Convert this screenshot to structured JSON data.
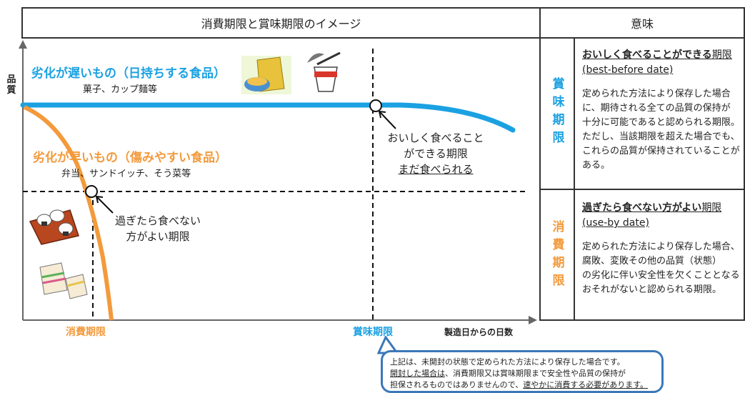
{
  "header": {
    "left_title": "消費期限と賞味期限のイメージ",
    "right_title": "意味"
  },
  "axes": {
    "y_label": "品質",
    "x_label": "製造日からの日数",
    "x_marker_use_by": "消費期限",
    "x_marker_best_before": "賞味期限"
  },
  "slow_group": {
    "title": "劣化が遅いもの（日持ちする食品）",
    "examples": "菓子、カップ麺等",
    "color": "#1ba1e2",
    "icons": [
      "snack-bag-icon",
      "cup-noodle-icon"
    ]
  },
  "fast_group": {
    "title": "劣化が早いもの（傷みやすい食品）",
    "examples": "弁当、サンドイッチ、そう菜等",
    "color": "#f39a3c",
    "icons": [
      "bento-box-icon",
      "sandwich-icon"
    ]
  },
  "annotations": {
    "best_before_line1": "おいしく食べること",
    "best_before_line2": "ができる期限",
    "best_before_line3": "まだ食べられる",
    "use_by_line1": "過ぎたら食べない",
    "use_by_line2": "方がよい期限"
  },
  "meaning": {
    "best_before": {
      "label": "賞味期限",
      "title": "おいしく食べることができる",
      "title_suffix": "期限",
      "english": "(best-before date)",
      "desc_lines": [
        "定められた方法により保存した場合",
        "に、期待される全ての品質の保持が",
        "十分に可能であると認められる期限。",
        "ただし、当該期限を超えた場合でも、",
        "これらの品質が保持されていることが",
        "ある。"
      ],
      "label_color": "#1ba1e2"
    },
    "use_by": {
      "label": "消費期限",
      "title": "過ぎたら食べない方がよい",
      "title_suffix": "期限",
      "english": "(use-by date)",
      "desc_lines": [
        "定められた方法により保存した場合、",
        "腐敗、変敗その他の品質（状態）",
        "の劣化に伴い安全性を欠くこととなる",
        "おそれがないと認められる期限。"
      ],
      "label_color": "#f39a3c"
    }
  },
  "note": {
    "line1": "上記は、未開封の状態で定められた方法により保存した場合です。",
    "line2_u": "開封した場合は",
    "line2": "、消費期限又は賞味期限まで安全性や品質の保持が",
    "line3": "担保されるものではありませんので、",
    "line3_u": "速やかに消費する必要があります。"
  }
}
